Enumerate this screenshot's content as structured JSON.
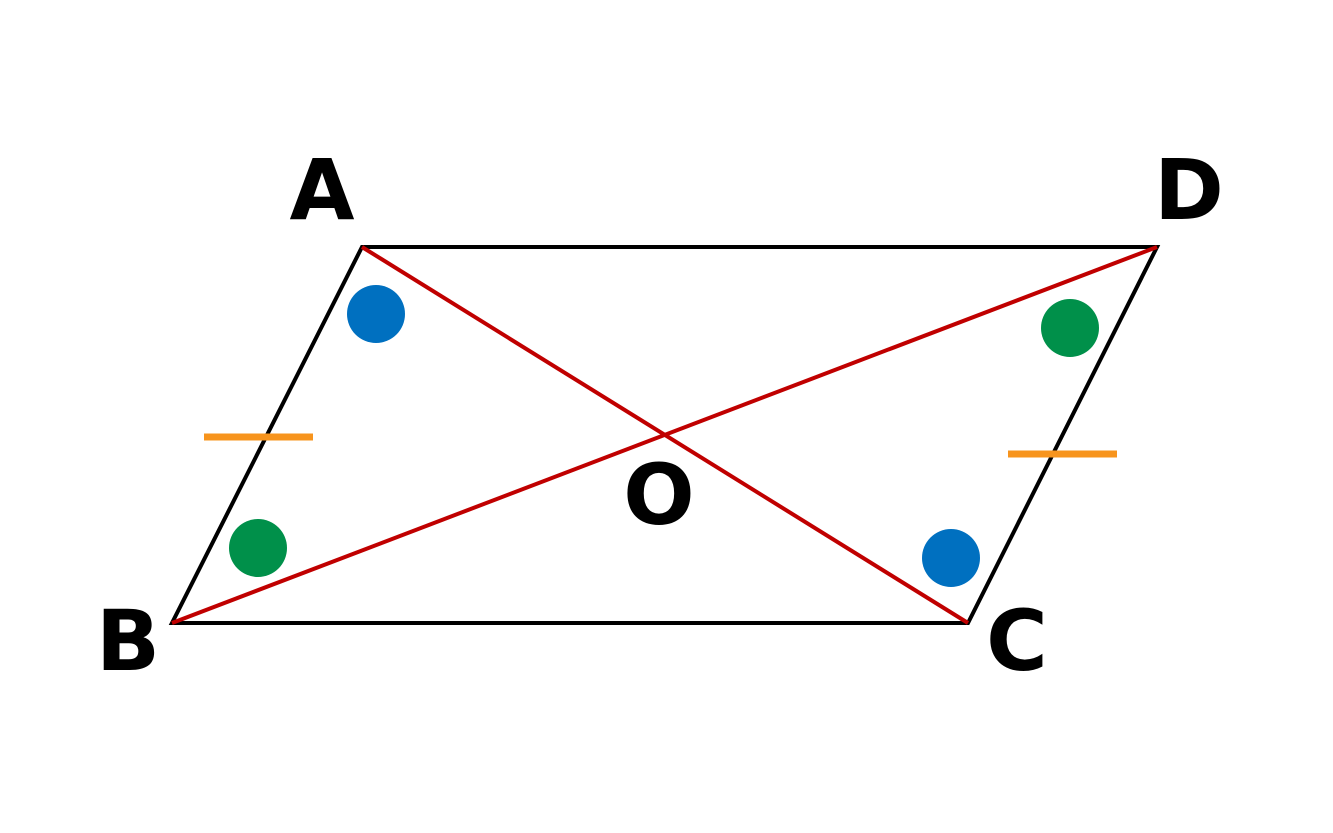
{
  "labels": {
    "a": "A",
    "b": "B",
    "c": "C",
    "d": "D",
    "o": "O"
  },
  "colors": {
    "background": "#ffffff",
    "outline": "#000000",
    "diagonal": "#c00000",
    "tick_mark": "#f7941d",
    "angle_blue": "#0070c0",
    "angle_green": "#00904a",
    "label": "#000000"
  }
}
